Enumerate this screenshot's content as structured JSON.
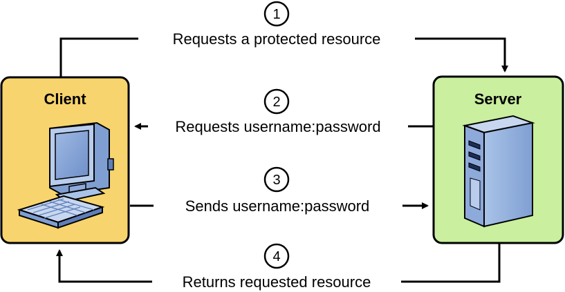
{
  "client": {
    "title": "Client",
    "fill": "#f7d46d"
  },
  "server": {
    "title": "Server",
    "fill": "#c9ef9f"
  },
  "steps": [
    {
      "number": "1",
      "label": "Requests a protected resource"
    },
    {
      "number": "2",
      "label": "Requests username:password"
    },
    {
      "number": "3",
      "label": "Sends username:password"
    },
    {
      "number": "4",
      "label": "Returns requested resource"
    }
  ],
  "icons": {
    "client": "desktop-computer-icon",
    "server": "server-tower-icon"
  }
}
